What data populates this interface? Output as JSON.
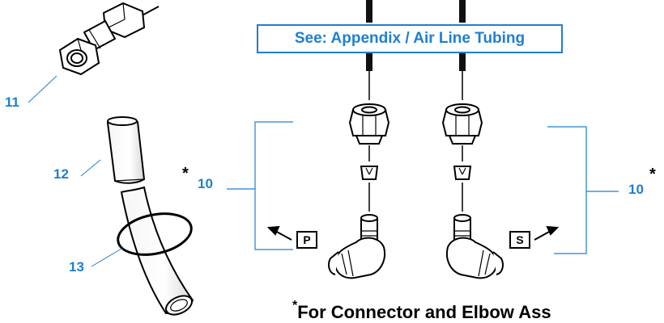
{
  "banner": {
    "text": "See: Appendix / Air Line Tubing"
  },
  "callouts": {
    "item11": "11",
    "item12": "12",
    "item13": "13",
    "item10_left": "10",
    "item10_right": "10",
    "star_left": "*",
    "star_right": "*"
  },
  "tags": {
    "left": "P",
    "right": "S"
  },
  "footnote": {
    "star": "*",
    "text": "For Connector and Elbow Ass"
  },
  "colors": {
    "callout_blue": "#1f7fd1",
    "line": "#000000"
  }
}
